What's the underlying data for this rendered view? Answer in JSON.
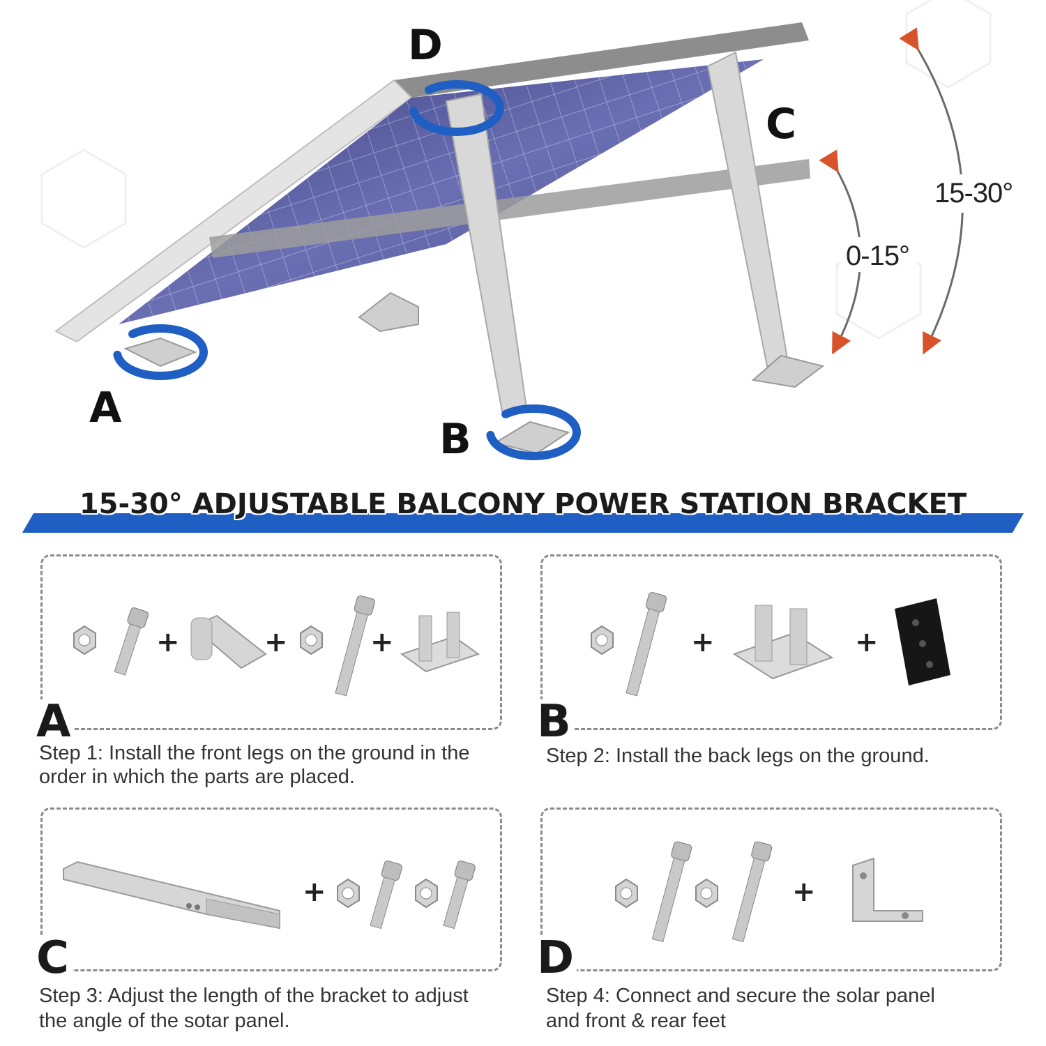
{
  "hero": {
    "labels": {
      "a": "A",
      "b": "B",
      "c": "C",
      "d": "D"
    },
    "angle_small": "0-15°",
    "angle_large": "15-30°"
  },
  "banner": {
    "title": "15-30° ADJUSTABLE BALCONY POWER STATION BRACKET"
  },
  "steps": [
    {
      "letter": "A",
      "text_line1": "Step 1: Install the front legs on the ground in the",
      "text_line2": "order in which the parts are placed."
    },
    {
      "letter": "B",
      "text_line1": "Step 2: Install the back legs on the ground.",
      "text_line2": ""
    },
    {
      "letter": "C",
      "text_line1": "Step 3: Adjust the length of the bracket to adjust",
      "text_line2": "the angle of the sotar panel."
    },
    {
      "letter": "D",
      "text_line1": "Step 4: Connect and secure the solar panel",
      "text_line2": "and front & rear feet"
    }
  ],
  "plus_sign": "+",
  "colors": {
    "accent_blue": "#1f5fc4",
    "arrow_orange": "#d9532a",
    "panel": "#4a4f8c"
  }
}
